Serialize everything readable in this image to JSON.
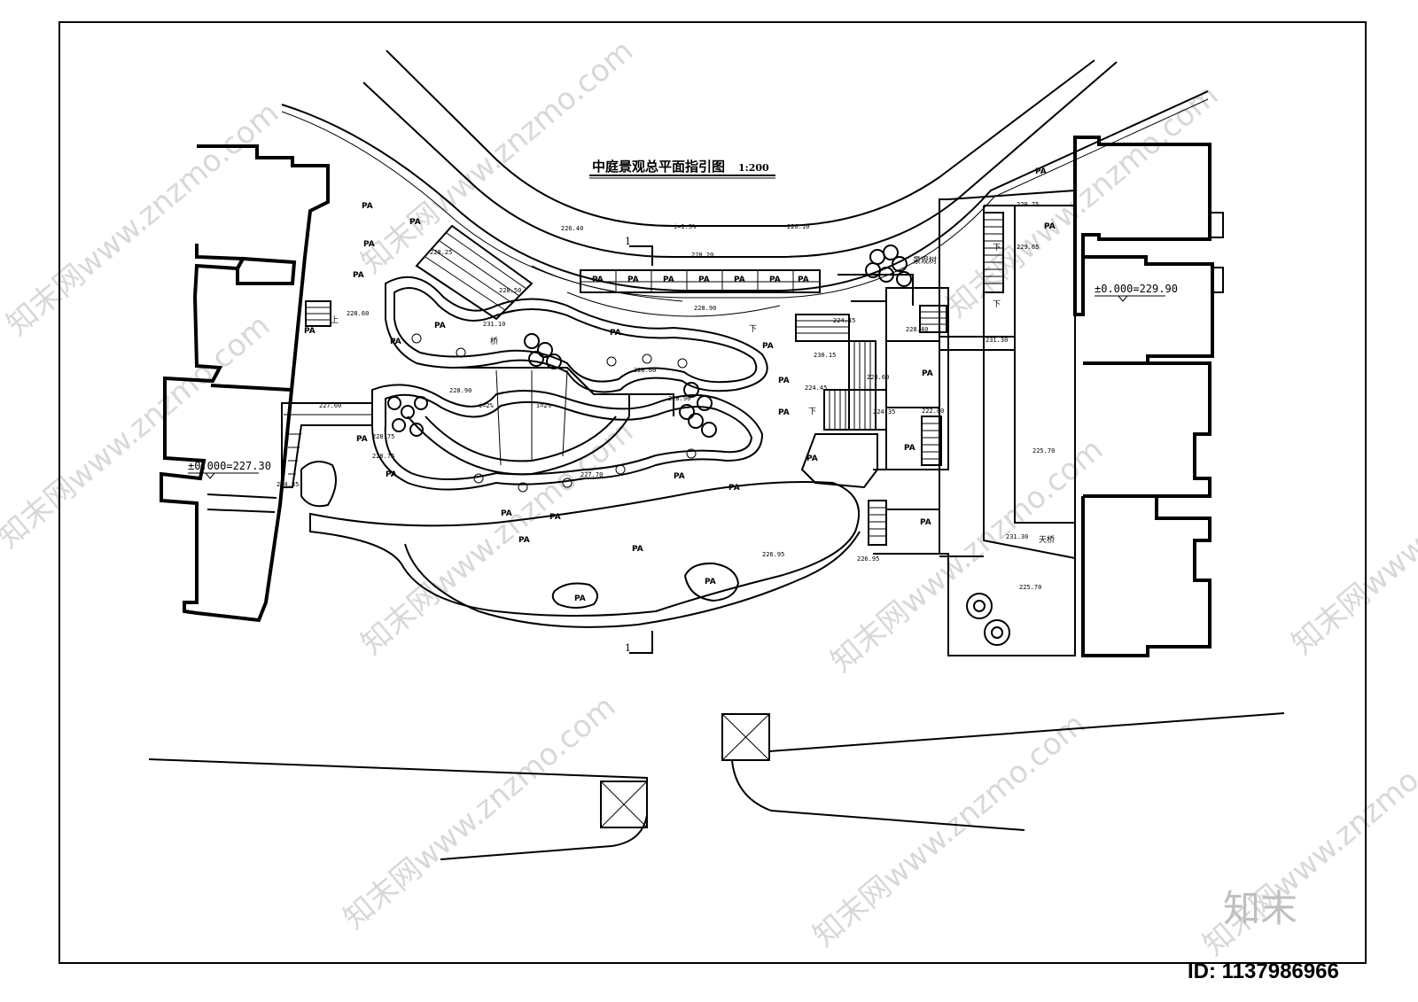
{
  "drawing": {
    "title": "中庭景观总平面指引图",
    "scale": "1:200"
  },
  "datums": {
    "left": "±0.000=227.30",
    "right": "±0.000=229.90"
  },
  "section_marker": "1",
  "area_code": "PA",
  "labels": {
    "bridge": "桥",
    "skybridge": "天桥",
    "up": "上",
    "down": "下",
    "feature": "景观树"
  },
  "elevations": {
    "road_left": "226.40",
    "road_right": "226.10",
    "road_slope": "i=1.5%",
    "ramp_top": "228.25",
    "ramp_mid": "231.10",
    "ramp_low": "228.50",
    "plaza_a": "228.20",
    "plaza_b": "228.90",
    "step_left": "228.60",
    "court_a": "228.60",
    "court_b": "228.90",
    "court_c": "230.15",
    "court_d": "228.60",
    "court_e": "228.40",
    "court_f": "224.45",
    "court_g": "222.80",
    "court_h": "224.35",
    "court_i": "231.30",
    "right_a": "229.75",
    "right_b": "229.65",
    "right_c": "225.70",
    "right_d": "231.30",
    "right_e": "225.70",
    "lower_a": "227.70",
    "lower_b": "227.60",
    "lower_c": "228.75",
    "lower_d": "228.75",
    "lower_e": "224.35",
    "lower_f": "226.95",
    "lower_g": "226.95",
    "slope_a": "i=2%",
    "slope_b": "i=2%"
  },
  "watermark": {
    "text": "知末网www.znzmo.com",
    "brand": "知末",
    "id_label": "ID: 1137986966"
  }
}
